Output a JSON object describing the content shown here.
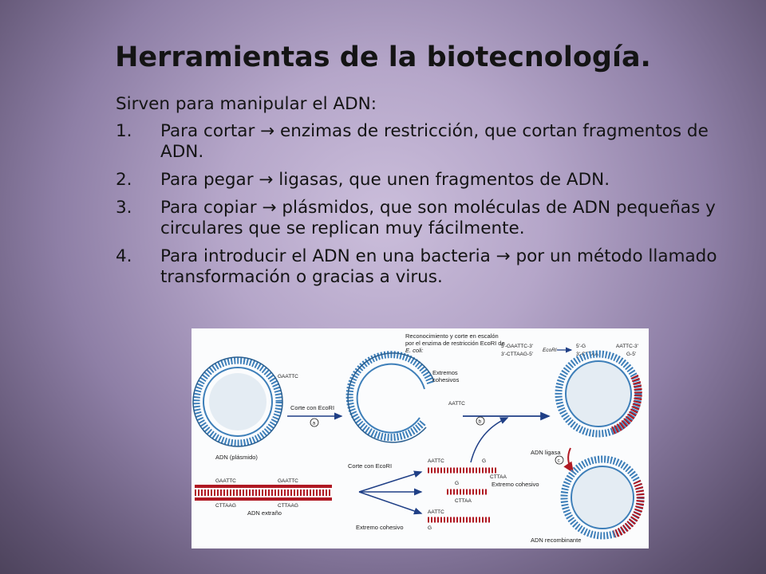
{
  "slide": {
    "title": "Herramientas de la biotecnología.",
    "intro": "Sirven para manipular el ADN:",
    "items": [
      {
        "num": "1.",
        "lead": "Para cortar",
        "arrow": "→",
        "rest": " enzimas de restricción, que cortan fragmentos de ADN."
      },
      {
        "num": "2.",
        "lead": "Para pegar",
        "arrow": "→",
        "rest": " ligasas, que unen fragmentos de ADN."
      },
      {
        "num": "3.",
        "lead": "Para copiar",
        "arrow": "→",
        "rest": " plásmidos, que son moléculas de ADN pequeñas y circulares que se replican muy fácilmente."
      },
      {
        "num": "4.",
        "lead": "Para introducir el ADN en una bacteria",
        "arrow": "→",
        "rest": " por un método llamado transformación o gracias a virus."
      }
    ]
  },
  "figure": {
    "caption_line1": "Reconocimiento y corte en escalón",
    "caption_line2": "por el enzima de restricción EcoRI de",
    "caption_line3": "E. coli:",
    "seq_top": "5'-GAATTC-3'",
    "seq_bottom": "3'-CTTAAG-5'",
    "enzyme": "EcoRI",
    "cut_top_left": "5'-G",
    "cut_bottom_left": "3'-CTTAA",
    "cut_top_right": "AATTC-3'",
    "cut_bottom_right": "G-5'",
    "label_plasmid": "ADN (plásmido)",
    "label_cut1": "Corte con EcoRI",
    "label_ends": "Extremos cohesivos",
    "label_cut2": "Corte con EcoRI",
    "label_foreign": "ADN extraño",
    "label_sticky1": "Extremo cohesivo",
    "label_sticky2": "Extremo cohesivo",
    "label_ligase": "ADN ligasa",
    "label_recombinant": "ADN recombinante",
    "step_a": "a",
    "step_b": "b",
    "step_c": "c",
    "frag_top_seq": "AATTC",
    "frag_top_g": "G",
    "frag_mid_g": "G",
    "frag_mid_seq": "CTTAA",
    "frag_bottom_seq": "AATTC",
    "frag_bottom_g": "G",
    "frag_right_g": "G",
    "frag_right_seq": "CTTAA",
    "foreign_left_top": "GAATTC",
    "foreign_left_bot": "CTTAAG",
    "foreign_right_top": "GAATTC",
    "foreign_right_bot": "CTTAAG",
    "plasmid_seq": "GAATTC"
  }
}
